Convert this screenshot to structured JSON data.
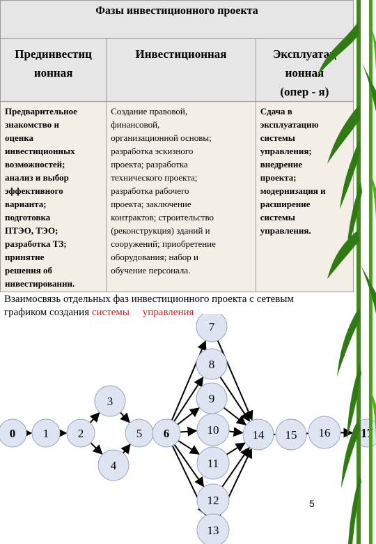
{
  "title": "Фазы инвестиционного проекта",
  "phases": [
    {
      "header": [
        "Прединвестиц",
        "ионная"
      ],
      "body": [
        "Предварительное",
        "знакомство и",
        "оценка",
        "инвестиционных",
        "возможностей;",
        "анализ и выбор",
        "эффективного",
        "варианта;",
        "подготовка",
        "ПТЭО, ТЭО;",
        "разработка ТЗ;",
        "принятие",
        "решения об",
        "инвестировании."
      ]
    },
    {
      "header": [
        "Инвестиционная"
      ],
      "body": [
        "Создание правовой,",
        "финансовой,",
        "организационной основы;",
        "разработка эскизного",
        "проекта; разработка",
        "технического проекта;",
        "разработка рабочего",
        "проекта; заключение",
        "контрактов; строительство",
        "(реконструкция) зданий и",
        "сооружений; приобретение",
        "оборудования; набор и",
        "обучение персонала."
      ]
    },
    {
      "header": [
        "Эксплуатац",
        "ионная",
        "(опер - я)"
      ],
      "body": [
        "Сдача в",
        "эксплуатацию",
        "системы",
        "управления;",
        "внедрение",
        "проекта;",
        "модернизация и",
        "расширение",
        "системы",
        "управления."
      ]
    }
  ],
  "caption": {
    "text1": "Взаимосвязь отдельных фаз инвестиционного проекта с сетевым",
    "text2": "графиком создания ",
    "text2_red": "системы     управления"
  },
  "page_number": "5",
  "colors": {
    "node_fill": "#dde4f2",
    "node_stroke": "#9aa6bd",
    "header_bg": "#e6e6e6",
    "body_bg": "#f3efe6",
    "caption_red": "#d21b1b",
    "bamboo": "#2f7a12"
  },
  "network": {
    "nodes": [
      {
        "id": "0",
        "label": "0"
      },
      {
        "id": "1",
        "label": "1"
      },
      {
        "id": "2",
        "label": "2"
      },
      {
        "id": "3",
        "label": "3"
      },
      {
        "id": "4",
        "label": "4"
      },
      {
        "id": "5",
        "label": "5"
      },
      {
        "id": "6",
        "label": "6"
      },
      {
        "id": "7",
        "label": "7"
      },
      {
        "id": "8",
        "label": "8"
      },
      {
        "id": "9",
        "label": "9"
      },
      {
        "id": "10",
        "label": "10"
      },
      {
        "id": "11",
        "label": "11"
      },
      {
        "id": "12",
        "label": "12"
      },
      {
        "id": "13",
        "label": "13"
      },
      {
        "id": "14",
        "label": "14"
      },
      {
        "id": "15",
        "label": "15"
      },
      {
        "id": "16",
        "label": "16"
      },
      {
        "id": "17",
        "label": "17"
      }
    ],
    "edges": [
      [
        "0",
        "1"
      ],
      [
        "1",
        "2"
      ],
      [
        "2",
        "3"
      ],
      [
        "2",
        "4"
      ],
      [
        "3",
        "5"
      ],
      [
        "4",
        "5"
      ],
      [
        "5",
        "6"
      ],
      [
        "6",
        "7"
      ],
      [
        "6",
        "8"
      ],
      [
        "6",
        "9"
      ],
      [
        "6",
        "10"
      ],
      [
        "6",
        "11"
      ],
      [
        "6",
        "12"
      ],
      [
        "6",
        "13"
      ],
      [
        "7",
        "14"
      ],
      [
        "8",
        "14"
      ],
      [
        "9",
        "14"
      ],
      [
        "10",
        "14"
      ],
      [
        "11",
        "14"
      ],
      [
        "12",
        "14"
      ],
      [
        "13",
        "14"
      ],
      [
        "14",
        "15"
      ],
      [
        "15",
        "16"
      ],
      [
        "16",
        "17"
      ]
    ]
  }
}
